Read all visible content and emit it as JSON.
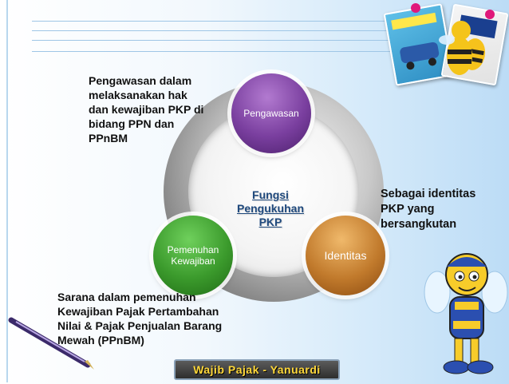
{
  "diagram": {
    "center": [
      "Fungsi",
      "Pengukuhan",
      "PKP"
    ],
    "nodes": {
      "top": "Pengawasan",
      "left": [
        "Pemenuhan",
        "Kewajiban"
      ],
      "right": "Identitas"
    }
  },
  "descriptions": {
    "top_left": [
      "Pengawasan dalam",
      "melaksanakan hak",
      "dan kewajiban PKP di",
      "bidang PPN dan",
      "PPnBM"
    ],
    "right": [
      "Sebagai identitas",
      "PKP yang",
      "bersangkutan"
    ],
    "bottom_left": [
      "Sarana dalam pemenuhan",
      "Kewajiban Pajak Pertambahan",
      "Nilai & Pajak Penjualan Barang",
      "Mewah (PPnBM)"
    ]
  },
  "footer": {
    "label": "Wajib Pajak - Yanuardi"
  },
  "colors": {
    "purple_node": "#7a3f9f",
    "green_node": "#3b9a2c",
    "brown_node": "#c17a2c",
    "center_text": "#1f497d",
    "footer_text": "#ffd83a"
  },
  "decor": {
    "icons": [
      "book-cover-icon",
      "book-cover-icon",
      "pushpin-icon",
      "bee-mascot-icon",
      "pen-icon"
    ]
  }
}
